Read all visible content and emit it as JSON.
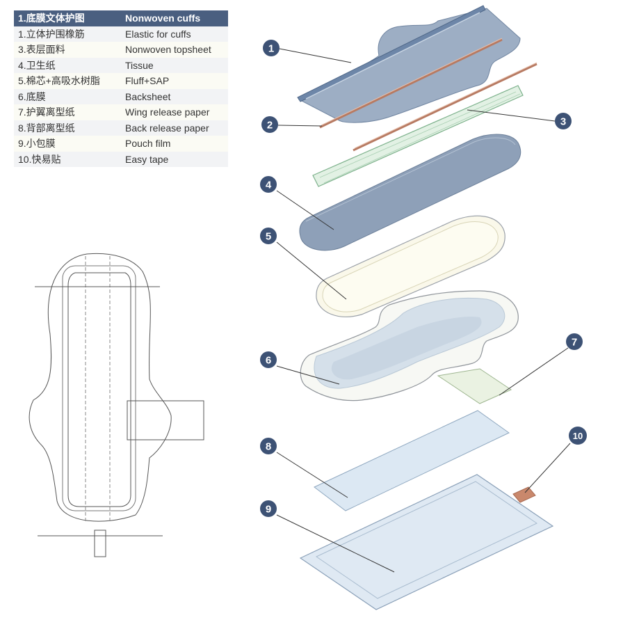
{
  "legend": {
    "header": {
      "zh": "1.底膜文体护图",
      "en": "Nonwoven cuffs"
    },
    "rows": [
      {
        "zh": "1.立体护围橡筋",
        "en": "Elastic for cuffs"
      },
      {
        "zh": "3.表层面料",
        "en": "Nonwoven topsheet"
      },
      {
        "zh": "4.卫生纸",
        "en": "Tissue"
      },
      {
        "zh": "5.棉芯+高吸水树脂",
        "en": "Fluff+SAP"
      },
      {
        "zh": "6.底膜",
        "en": "Backsheet"
      },
      {
        "zh": "7.护翼离型纸",
        "en": "Wing release paper"
      },
      {
        "zh": "8.背部离型纸",
        "en": "Back release paper"
      },
      {
        "zh": "9.小包膜",
        "en": "Pouch film"
      },
      {
        "zh": "10.快易贴",
        "en": "Easy tape"
      }
    ]
  },
  "callouts": [
    "1",
    "2",
    "3",
    "4",
    "5",
    "6",
    "7",
    "8",
    "9",
    "10"
  ],
  "colors": {
    "header_bg": "#4a5f80",
    "badge": "#3d5275",
    "layer_blue": "#8fa3bd",
    "core_cream": "#fbf9ea",
    "film_blue": "#d3e2ef"
  }
}
